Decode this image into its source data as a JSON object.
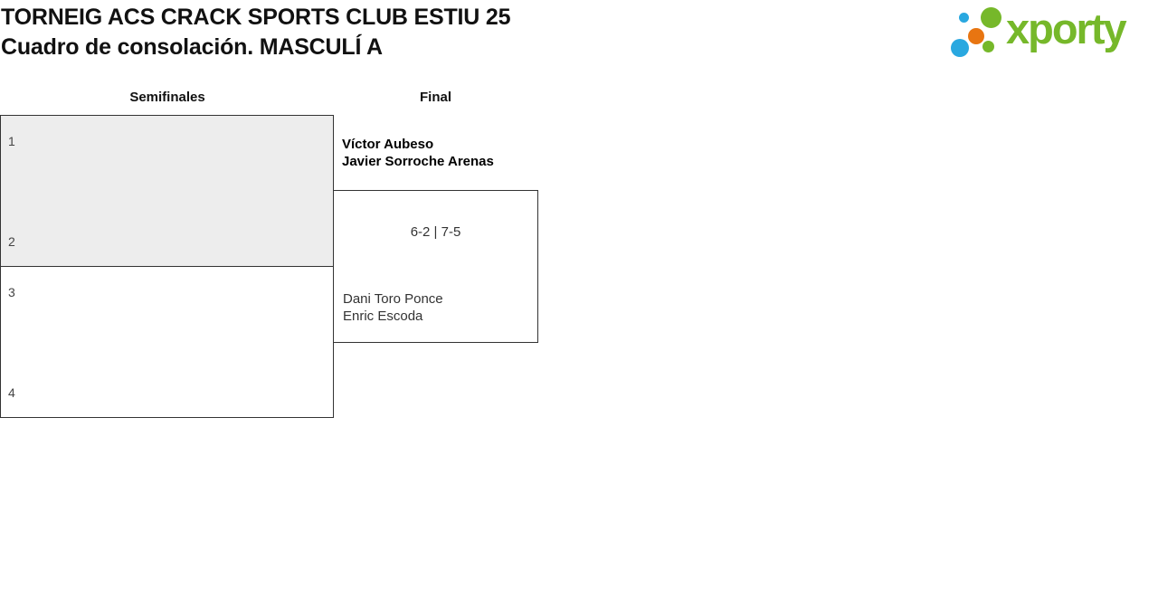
{
  "header": {
    "title_line1": "TORNEIG ACS CRACK SPORTS CLUB ESTIU 25",
    "title_line2": "Cuadro de consolación. MASCULÍ A"
  },
  "logo": {
    "text": "xporty",
    "brand_colors": {
      "green": "#76b82a",
      "blue": "#29a8e0",
      "orange": "#e87511"
    }
  },
  "bracket": {
    "rounds": [
      {
        "label": "Semifinales"
      },
      {
        "label": "Final"
      }
    ],
    "semifinals": [
      {
        "seed_top": "1",
        "seed_bottom": "2"
      },
      {
        "seed_top": "3",
        "seed_bottom": "4"
      }
    ],
    "final": {
      "score": "6-2 | 7-5",
      "winner_team": {
        "player1": "Víctor Aubeso",
        "player2": "Javier Sorroche Arenas"
      },
      "runnerup_team": {
        "player1": "Dani Toro Ponce",
        "player2": "Enric Escoda"
      }
    }
  },
  "colors": {
    "box_border": "#333333",
    "highlight_box_bg": "#ededed"
  }
}
